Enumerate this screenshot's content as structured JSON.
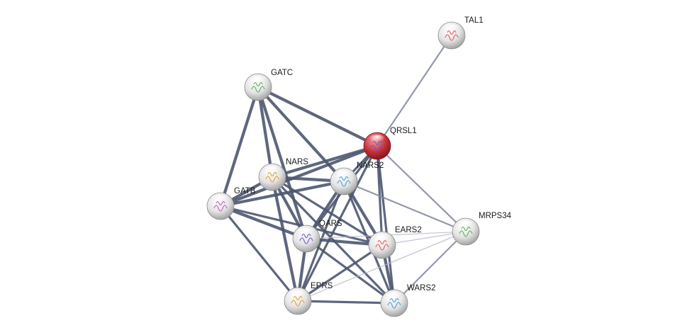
{
  "colors": {
    "query_node": "#c8323a",
    "node": "#e8e8e8",
    "edge_strong": "#4d5670",
    "edge_medium": "#7f879c",
    "edge_weak": "#b5bac8"
  },
  "nodes": [
    {
      "id": "QRSL1",
      "label": "QRSL1",
      "query": true
    },
    {
      "id": "TAL1",
      "label": "TAL1"
    },
    {
      "id": "GATC",
      "label": "GATC"
    },
    {
      "id": "NARS",
      "label": "NARS"
    },
    {
      "id": "NARS2",
      "label": "NARS2"
    },
    {
      "id": "GATB",
      "label": "GATB"
    },
    {
      "id": "QARS",
      "label": "QARS"
    },
    {
      "id": "EARS2",
      "label": "EARS2"
    },
    {
      "id": "MRPS34",
      "label": "MRPS34"
    },
    {
      "id": "EPRS",
      "label": "EPRS"
    },
    {
      "id": "WARS2",
      "label": "WARS2"
    }
  ],
  "edges": [
    {
      "s": "QRSL1",
      "t": "TAL1",
      "w": 2
    },
    {
      "s": "QRSL1",
      "t": "GATC",
      "w": 4
    },
    {
      "s": "QRSL1",
      "t": "GATB",
      "w": 4
    },
    {
      "s": "QRSL1",
      "t": "NARS",
      "w": 4
    },
    {
      "s": "QRSL1",
      "t": "NARS2",
      "w": 3
    },
    {
      "s": "QRSL1",
      "t": "QARS",
      "w": 3
    },
    {
      "s": "QRSL1",
      "t": "EARS2",
      "w": 3
    },
    {
      "s": "QRSL1",
      "t": "MRPS34",
      "w": 2
    },
    {
      "s": "QRSL1",
      "t": "EPRS",
      "w": 3
    },
    {
      "s": "QRSL1",
      "t": "WARS2",
      "w": 3
    },
    {
      "s": "GATC",
      "t": "GATB",
      "w": 4
    },
    {
      "s": "GATC",
      "t": "NARS",
      "w": 4
    },
    {
      "s": "GATC",
      "t": "NARS2",
      "w": 4
    },
    {
      "s": "GATC",
      "t": "QARS",
      "w": 4
    },
    {
      "s": "GATB",
      "t": "NARS",
      "w": 4
    },
    {
      "s": "GATB",
      "t": "NARS2",
      "w": 4
    },
    {
      "s": "GATB",
      "t": "QARS",
      "w": 4
    },
    {
      "s": "GATB",
      "t": "EARS2",
      "w": 3
    },
    {
      "s": "GATB",
      "t": "EPRS",
      "w": 3
    },
    {
      "s": "NARS",
      "t": "NARS2",
      "w": 4
    },
    {
      "s": "NARS",
      "t": "QARS",
      "w": 4
    },
    {
      "s": "NARS",
      "t": "EARS2",
      "w": 3
    },
    {
      "s": "NARS",
      "t": "EPRS",
      "w": 4
    },
    {
      "s": "NARS",
      "t": "WARS2",
      "w": 3
    },
    {
      "s": "NARS2",
      "t": "QARS",
      "w": 4
    },
    {
      "s": "NARS2",
      "t": "EARS2",
      "w": 4
    },
    {
      "s": "NARS2",
      "t": "EPRS",
      "w": 3
    },
    {
      "s": "NARS2",
      "t": "WARS2",
      "w": 3
    },
    {
      "s": "NARS2",
      "t": "MRPS34",
      "w": 2
    },
    {
      "s": "QARS",
      "t": "EARS2",
      "w": 4
    },
    {
      "s": "QARS",
      "t": "EPRS",
      "w": 4
    },
    {
      "s": "QARS",
      "t": "WARS2",
      "w": 3
    },
    {
      "s": "EARS2",
      "t": "EPRS",
      "w": 3
    },
    {
      "s": "EARS2",
      "t": "WARS2",
      "w": 4
    },
    {
      "s": "EARS2",
      "t": "MRPS34",
      "w": 1
    },
    {
      "s": "EPRS",
      "t": "WARS2",
      "w": 3
    },
    {
      "s": "EPRS",
      "t": "MRPS34",
      "w": 1
    },
    {
      "s": "WARS2",
      "t": "MRPS34",
      "w": 2
    },
    {
      "s": "QARS",
      "t": "MRPS34",
      "w": 1
    }
  ]
}
